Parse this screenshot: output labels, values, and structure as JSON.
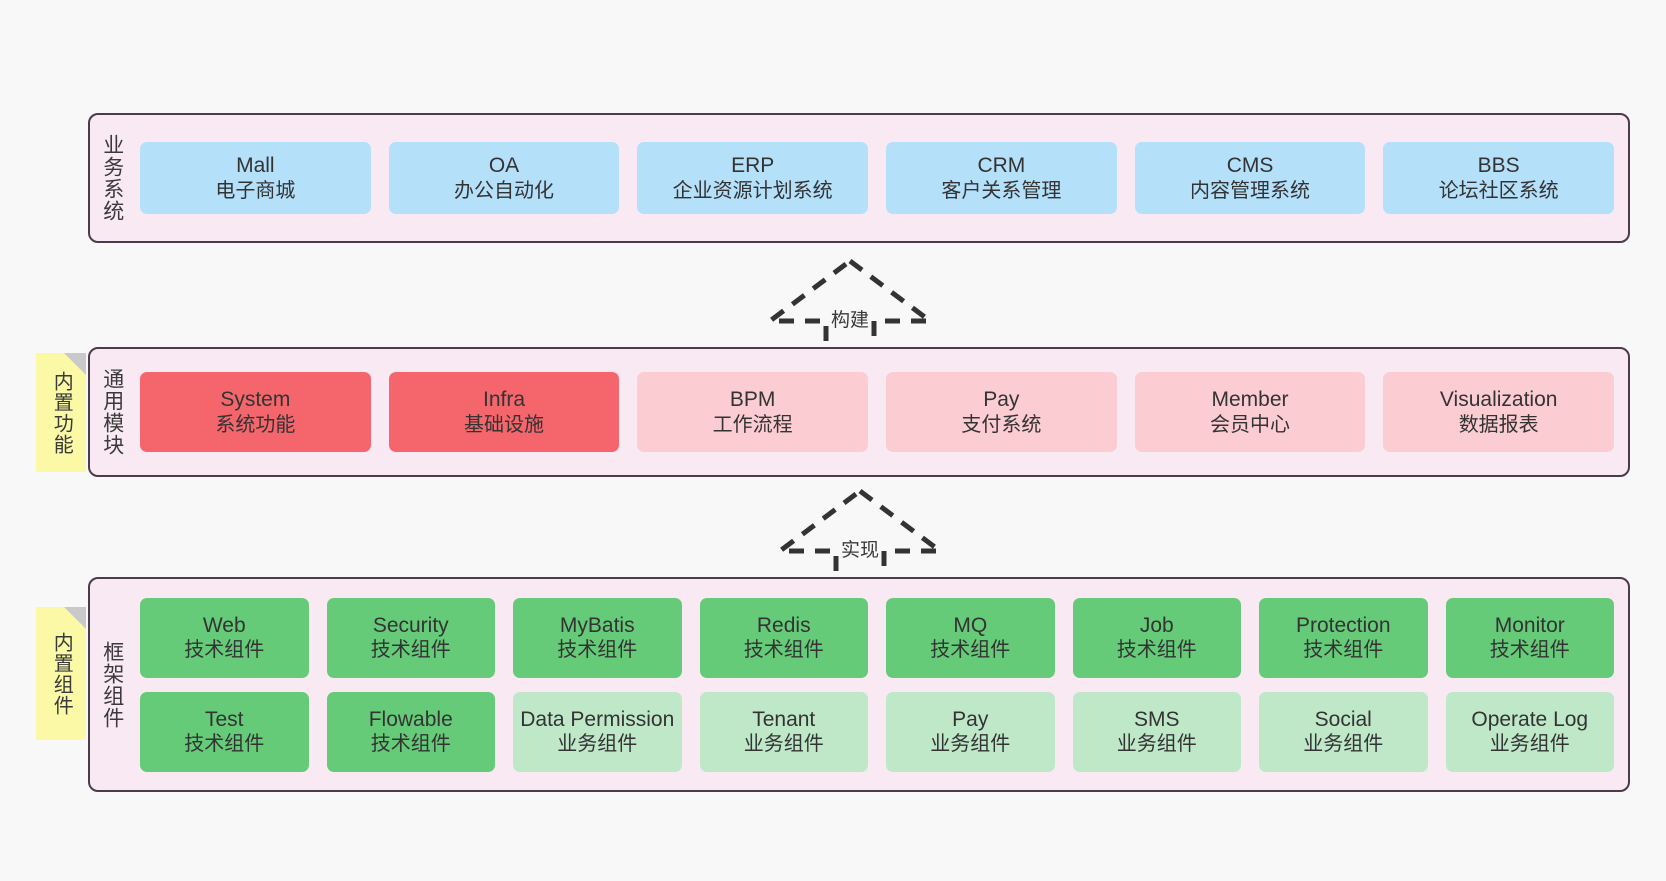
{
  "diagram": {
    "background_color": "#f8f8f8",
    "band_fill": "#f9e9f3",
    "band_border": "#4b3b4b",
    "note_color": "#fbf9a6",
    "colors": {
      "blue": "#b5e0fa",
      "red": "#f4666c",
      "pink": "#fbcdd3",
      "green": "#65cb78",
      "light_green": "#bfe8c9"
    }
  },
  "notes": [
    {
      "label": "内置功能"
    },
    {
      "label": "内置组件"
    }
  ],
  "connectors": [
    {
      "label": "构建",
      "style": "dashed-hollow-triangle-up"
    },
    {
      "label": "实现",
      "style": "dashed-hollow-triangle-up"
    }
  ],
  "bands": [
    {
      "title": "业务系统",
      "rows": [
        [
          {
            "title": "Mall",
            "sub": "电子商城",
            "color": "blue"
          },
          {
            "title": "OA",
            "sub": "办公自动化",
            "color": "blue"
          },
          {
            "title": "ERP",
            "sub": "企业资源计划系统",
            "color": "blue"
          },
          {
            "title": "CRM",
            "sub": "客户关系管理",
            "color": "blue"
          },
          {
            "title": "CMS",
            "sub": "内容管理系统",
            "color": "blue"
          },
          {
            "title": "BBS",
            "sub": "论坛社区系统",
            "color": "blue"
          }
        ]
      ]
    },
    {
      "title": "通用模块",
      "rows": [
        [
          {
            "title": "System",
            "sub": "系统功能",
            "color": "red"
          },
          {
            "title": "Infra",
            "sub": "基础设施",
            "color": "red"
          },
          {
            "title": "BPM",
            "sub": "工作流程",
            "color": "pink"
          },
          {
            "title": "Pay",
            "sub": "支付系统",
            "color": "pink"
          },
          {
            "title": "Member",
            "sub": "会员中心",
            "color": "pink"
          },
          {
            "title": "Visualization",
            "sub": "数据报表",
            "color": "pink"
          }
        ]
      ]
    },
    {
      "title": "框架组件",
      "rows": [
        [
          {
            "title": "Web",
            "sub": "技术组件",
            "color": "green"
          },
          {
            "title": "Security",
            "sub": "技术组件",
            "color": "green"
          },
          {
            "title": "MyBatis",
            "sub": "技术组件",
            "color": "green"
          },
          {
            "title": "Redis",
            "sub": "技术组件",
            "color": "green"
          },
          {
            "title": "MQ",
            "sub": "技术组件",
            "color": "green"
          },
          {
            "title": "Job",
            "sub": "技术组件",
            "color": "green"
          },
          {
            "title": "Protection",
            "sub": "技术组件",
            "color": "green"
          },
          {
            "title": "Monitor",
            "sub": "技术组件",
            "color": "green"
          }
        ],
        [
          {
            "title": "Test",
            "sub": "技术组件",
            "color": "green"
          },
          {
            "title": "Flowable",
            "sub": "技术组件",
            "color": "green"
          },
          {
            "title": "Data Permission",
            "sub": "业务组件",
            "color": "light_green"
          },
          {
            "title": "Tenant",
            "sub": "业务组件",
            "color": "light_green"
          },
          {
            "title": "Pay",
            "sub": "业务组件",
            "color": "light_green"
          },
          {
            "title": "SMS",
            "sub": "业务组件",
            "color": "light_green"
          },
          {
            "title": "Social",
            "sub": "业务组件",
            "color": "light_green"
          },
          {
            "title": "Operate Log",
            "sub": "业务组件",
            "color": "light_green"
          }
        ]
      ]
    }
  ]
}
